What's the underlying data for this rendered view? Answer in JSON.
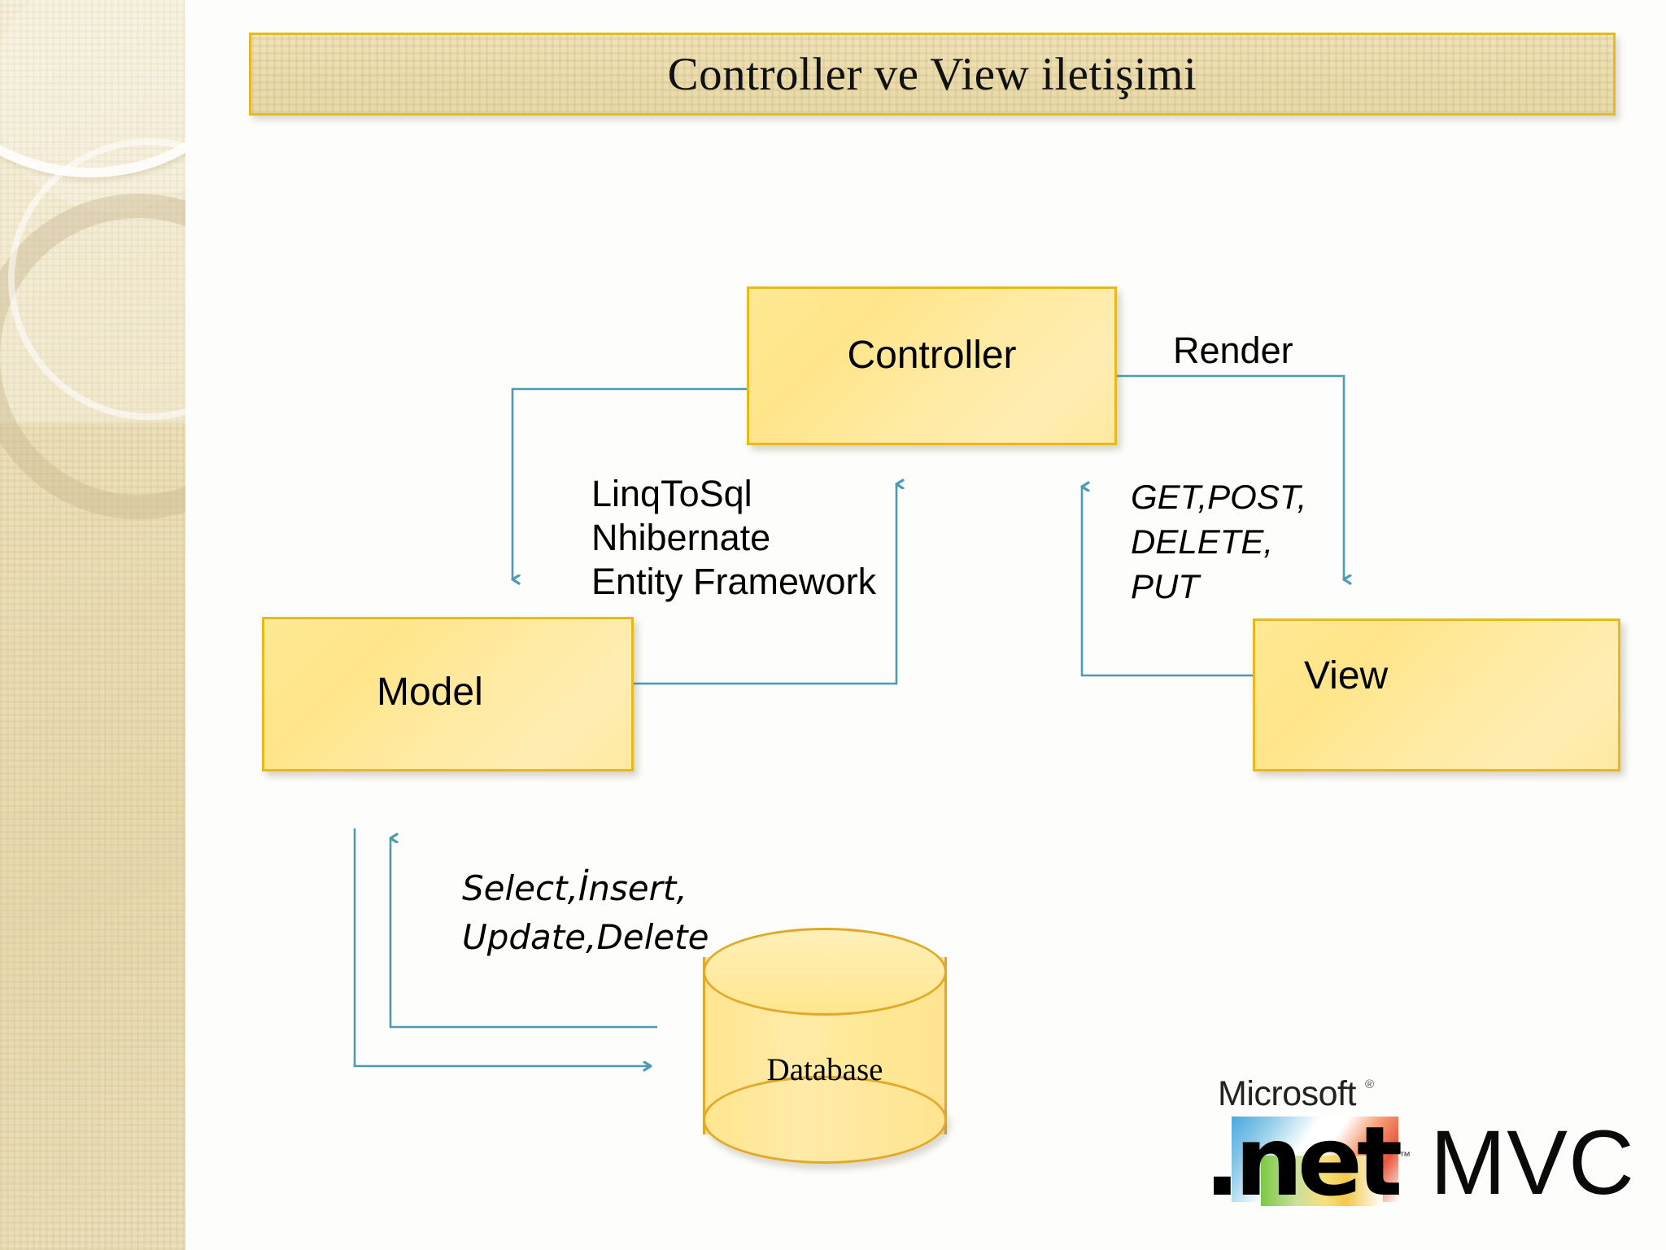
{
  "slide": {
    "title": "Controller ve View iletişimi",
    "background_color": "#fdfdfb",
    "accent_color": "#e8b923",
    "connector_color": "#4a9cb4"
  },
  "diagram": {
    "boxes": [
      {
        "id": "controller",
        "label": "Controller"
      },
      {
        "id": "model",
        "label": "Model"
      },
      {
        "id": "view",
        "label": "View"
      },
      {
        "id": "database",
        "label": "Database"
      }
    ],
    "annotations": [
      {
        "id": "orm",
        "text": "LinqToSql\nNhibernate\nEntity Framework"
      },
      {
        "id": "http",
        "text": "GET,POST,\nDELETE,\nPUT"
      },
      {
        "id": "render",
        "text": "Render"
      },
      {
        "id": "crud",
        "text": "Select,İnsert,\nUpdate,Delete"
      }
    ]
  },
  "logo": {
    "brand": "Microsoft",
    "brand_tm": "®",
    "product": ".net",
    "product_tm": "™",
    "suffix": "MVC"
  }
}
